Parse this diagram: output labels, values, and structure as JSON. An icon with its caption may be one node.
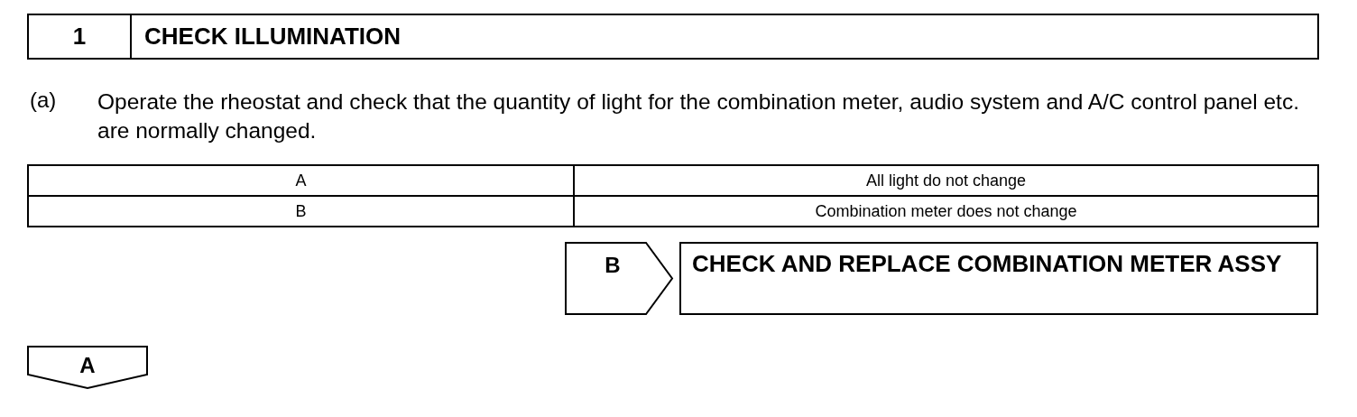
{
  "diagram": {
    "nodes": [
      {
        "text": [
          "1",
          "CHECK ILLUMINATION"
        ]
      },
      {
        "text": [
          "B"
        ]
      },
      {
        "text": [
          "CHECK AND REPLACE COMBINATION METER ASSY"
        ]
      },
      {
        "text": [
          "A"
        ]
      }
    ],
    "labels": [
      "(a)",
      "Operate the rheostat and check that the quantity of light for the combination meter, audio system and A/C control panel etc. are normally changed.",
      "A",
      "All light do not change",
      "B",
      "Combination meter does not change"
    ]
  }
}
